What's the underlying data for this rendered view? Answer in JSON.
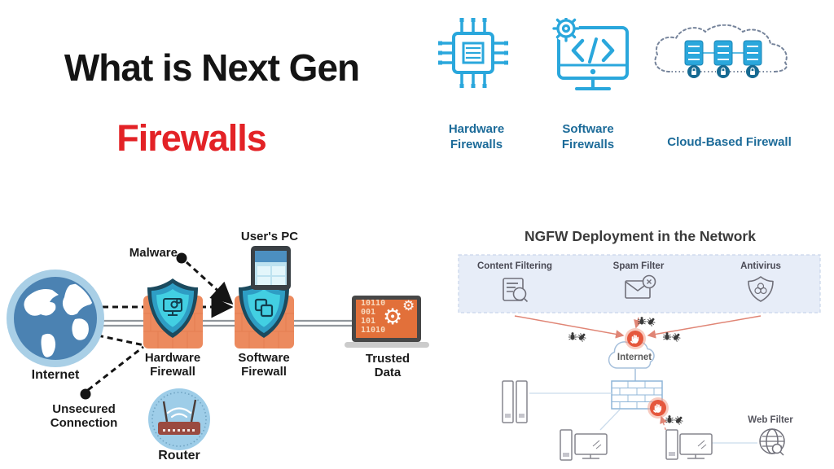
{
  "header": {
    "title_line1": "What is Next Gen",
    "title_line2": "Firewalls"
  },
  "firewall_types": {
    "items": [
      {
        "label": "Hardware\nFirewalls",
        "icon": "chip-icon"
      },
      {
        "label": "Software\nFirewalls",
        "icon": "monitor-code-icon"
      },
      {
        "label": "Cloud-Based Firewall",
        "icon": "cloud-servers-icon"
      }
    ]
  },
  "flow": {
    "internet": "Internet",
    "malware": "Malware",
    "users_pc": "User's PC",
    "hardware_firewall": "Hardware\nFirewall",
    "software_firewall": "Software\nFirewall",
    "trusted_data": "Trusted\nData",
    "unsecured_connection": "Unsecured\nConnection",
    "router": "Router",
    "binary": "10110\n001\n101\n11010"
  },
  "ngfw": {
    "title": "NGFW Deployment in the Network",
    "services": [
      {
        "label": "Content Filtering",
        "icon": "document-search-icon"
      },
      {
        "label": "Spam Filter",
        "icon": "mail-block-icon"
      },
      {
        "label": "Antivirus",
        "icon": "shield-biohazard-icon"
      }
    ],
    "internet": "Internet",
    "web_filter": "Web Filter"
  },
  "colors": {
    "title_red": "#e32226",
    "icon_blue": "#2aa7dc",
    "label_blue": "#1c6b99",
    "firewall_orange": "#ec8a5e",
    "shield_teal": "#42cfe2",
    "stop_red": "#e5573d",
    "panel_blue": "#e7edf8",
    "arrow_salmon": "#e08575",
    "trusted_screen_orange": "#e2703a"
  }
}
